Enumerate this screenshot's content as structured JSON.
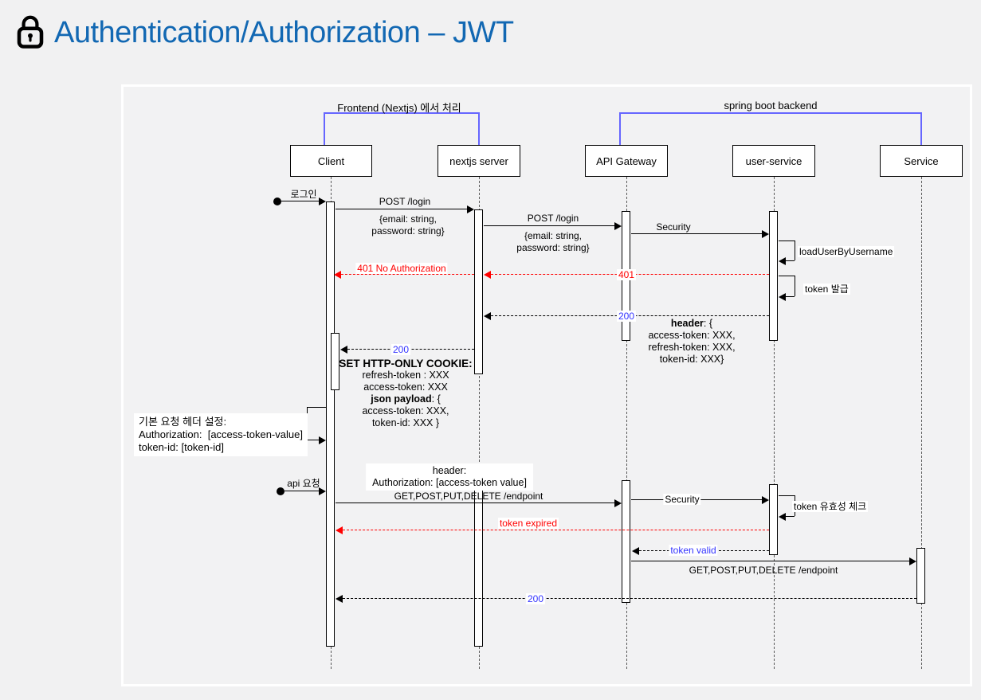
{
  "header": {
    "title": "Authentication/Authorization – JWT"
  },
  "groups": {
    "frontend": "Frontend (Nextjs) 에서 처리",
    "backend": "spring boot backend"
  },
  "participants": {
    "client": "Client",
    "nextjs": "nextjs server",
    "gateway": "API Gateway",
    "user_service": "user-service",
    "service": "Service"
  },
  "messages": {
    "login_trigger": "로그인",
    "post_login_1": "POST /login",
    "post_login_1_body_1": "{email: string,",
    "post_login_1_body_2": "password: string}",
    "post_login_2": "POST /login",
    "post_login_2_body_1": "{email: string,",
    "post_login_2_body_2": "password: string}",
    "security_1": "Security",
    "load_user": "loadUserByUsername",
    "status_401": "401",
    "status_401_no_auth": "401 No Authorization",
    "token_issue": "token 발급",
    "status_200_backend": "200",
    "status_200_frontend": "200",
    "api_trigger": "api 요청",
    "get_endpoint_1": "GET,POST,PUT,DELETE /endpoint",
    "security_2": "Security",
    "token_check": "token 유효성 체크",
    "token_expired": "token expired",
    "token_valid": "token valid",
    "get_endpoint_2": "GET,POST,PUT,DELETE /endpoint",
    "status_200_final": "200"
  },
  "notes": {
    "response_header": {
      "bold": "header",
      "rest": ": {",
      "line_1": "access-token: XXX,",
      "line_2": "refresh-token: XXX,",
      "line_3": "token-id: XXX}"
    },
    "set_cookie": {
      "title": "SET HTTP-ONLY COOKIE:",
      "line_1": "refresh-token : XXX",
      "line_2": "access-token: XXX",
      "bold": "json payload",
      "bold_rest": ": {",
      "line_3": "access-token: XXX,",
      "line_4": "token-id: XXX }"
    },
    "default_headers": {
      "line_1": "기본 요청 헤더 설정:",
      "line_2": "Authorization:  [access-token-value]",
      "line_3": "token-id: [token-id]"
    },
    "request_header": {
      "line_1": "header:",
      "line_2": "Authorization: [access-token value]"
    }
  },
  "colors": {
    "title_blue": "#1268b3",
    "bracket_blue": "#6666ff",
    "error_red": "#ff0000",
    "status_blue": "#3333ff"
  }
}
